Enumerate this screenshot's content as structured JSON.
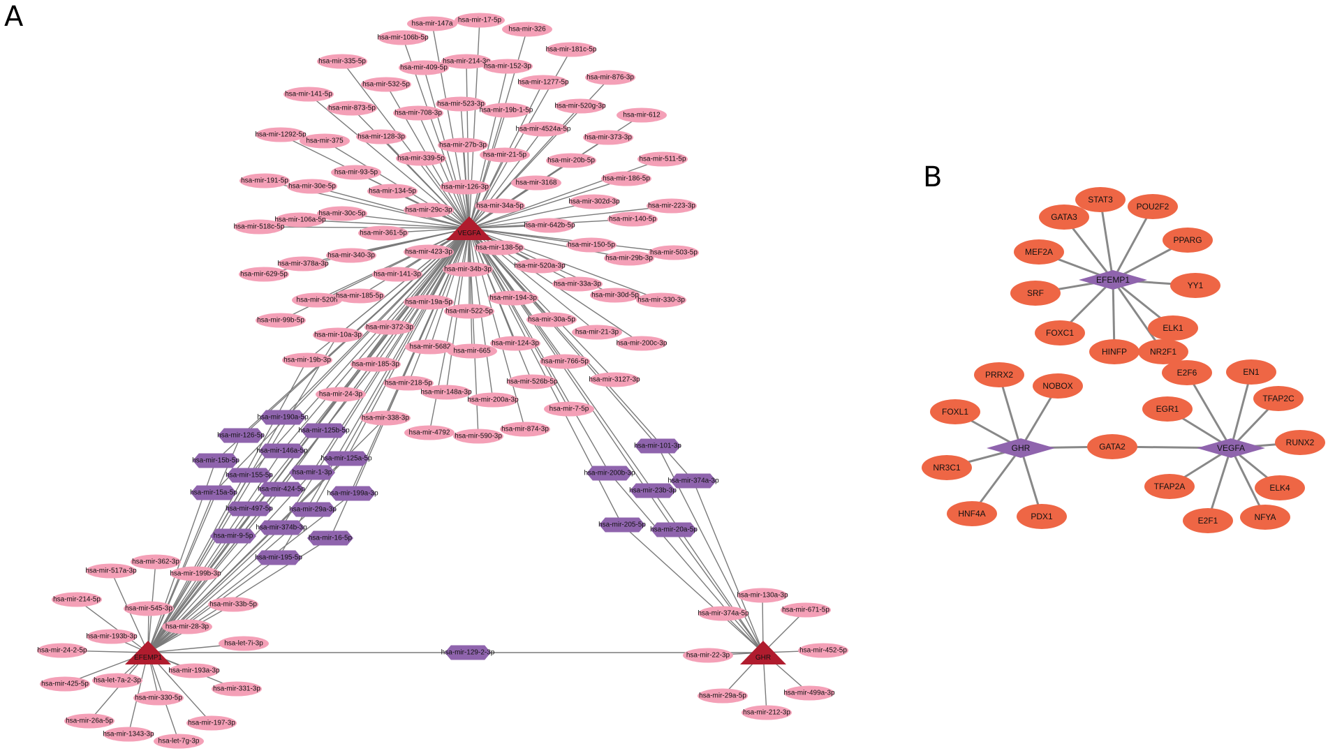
{
  "panels": {
    "a": {
      "label": "A"
    },
    "b": {
      "label": "B"
    }
  },
  "colors": {
    "mirna_fill": "#f4a0b7",
    "conserved_mirna_fill": "#8f64ad",
    "hub_fill": "#b01c2e",
    "tf_fill": "#ee6645",
    "gene_fill": "#8f64ad",
    "edge": "#7a7a7a",
    "edge_b": "#888888"
  },
  "network_a": {
    "hubs": [
      {
        "id": "VEGFA",
        "label": "VEGFA"
      },
      {
        "id": "EFEMP1",
        "label": "EFEMP1"
      },
      {
        "id": "GHR",
        "label": "GHR"
      }
    ],
    "vegfa_only": [
      "hsa-mir-147a",
      "hsa-mir-17-5p",
      "hsa-mir-326",
      "hsa-mir-106b-5p",
      "hsa-mir-181c-5p",
      "hsa-mir-335-5p",
      "hsa-mir-409-5p",
      "hsa-mir-214-3p",
      "hsa-mir-152-3p",
      "hsa-mir-876-3p",
      "hsa-mir-532-5p",
      "hsa-mir-1277-5p",
      "hsa-mir-141-5p",
      "hsa-mir-873-5p",
      "hsa-mir-708-3p",
      "hsa-mir-523-3p",
      "hsa-mir-19b-1-5p",
      "hsa-mir-520g-3p",
      "hsa-mir-612",
      "hsa-mir-1292-5p",
      "hsa-mir-375",
      "hsa-mir-128-3p",
      "hsa-mir-4524a-5p",
      "hsa-mir-373-3p",
      "hsa-mir-27b-3p",
      "hsa-mir-21-5p",
      "hsa-mir-339-5p",
      "hsa-mir-20b-5p",
      "hsa-mir-511-5p",
      "hsa-mir-93-5p",
      "hsa-mir-191-5p",
      "hsa-mir-3168",
      "hsa-mir-186-5p",
      "hsa-mir-30e-5p",
      "hsa-mir-134-5p",
      "hsa-mir-126-3p",
      "hsa-mir-302d-3p",
      "hsa-mir-223-3p",
      "hsa-mir-30c-5p",
      "hsa-mir-34a-5p",
      "hsa-mir-29c-3p",
      "hsa-mir-106a-5p",
      "hsa-mir-140-5p",
      "hsa-mir-518c-5p",
      "hsa-mir-642b-5p",
      "hsa-mir-361-5p",
      "hsa-mir-150-5p",
      "hsa-mir-503-5p",
      "hsa-mir-29b-3p",
      "hsa-mir-340-3p",
      "hsa-mir-423-3p",
      "hsa-mir-138-5p",
      "hsa-mir-378a-3p",
      "hsa-mir-520a-3p",
      "hsa-mir-629-5p",
      "hsa-mir-141-3p",
      "hsa-mir-34b-3p",
      "hsa-mir-33a-3p",
      "hsa-mir-30d-5p",
      "hsa-mir-330-3p",
      "hsa-mir-520h",
      "hsa-mir-185-5p",
      "hsa-mir-194-3p",
      "hsa-mir-19a-5p",
      "hsa-mir-522-5p",
      "hsa-mir-99b-5p",
      "hsa-mir-30a-5p",
      "hsa-mir-21-3p",
      "hsa-mir-200c-3p",
      "hsa-mir-5682",
      "hsa-mir-665",
      "hsa-mir-124-3p",
      "hsa-mir-766-5p",
      "hsa-mir-3127-3p",
      "hsa-mir-526b-5p",
      "hsa-mir-218-5p",
      "hsa-mir-148a-3p",
      "hsa-mir-200a-3p",
      "hsa-mir-7-5p",
      "hsa-mir-874-3p",
      "hsa-mir-4792",
      "hsa-mir-590-3p"
    ],
    "vegfa_efemp1_pink": [
      "hsa-mir-10a-3p",
      "hsa-mir-372-3p",
      "hsa-mir-19b-3p",
      "hsa-mir-185-3p",
      "hsa-mir-24-3p",
      "hsa-mir-338-3p"
    ],
    "vegfa_efemp1": [
      "hsa-mir-190a-5p",
      "hsa-mir-126-5p",
      "hsa-mir-125b-5p",
      "hsa-mir-146a-5p",
      "hsa-mir-15b-5p",
      "hsa-mir-125a-5p",
      "hsa-mir-155-5p",
      "hsa-mir-1-3p",
      "hsa-mir-15a-5p",
      "hsa-mir-424-5p",
      "hsa-mir-199a-3p",
      "hsa-mir-497-5p",
      "hsa-mir-29a-3p",
      "hsa-mir-9-5p",
      "hsa-mir-374b-3p",
      "hsa-mir-16-5p",
      "hsa-mir-195-5p"
    ],
    "vegfa_ghr": [
      "hsa-mir-101-3p",
      "hsa-mir-200b-3p",
      "hsa-mir-374a-3p",
      "hsa-mir-23b-3p",
      "hsa-mir-205-5p",
      "hsa-mir-20a-5p"
    ],
    "efemp1_ghr": [
      "hsa-mir-129-2-3p"
    ],
    "efemp1_only": [
      "hsa-mir-362-3p",
      "hsa-mir-517a-3p",
      "hsa-mir-199b-3p",
      "hsa-mir-214-5p",
      "hsa-mir-545-3p",
      "hsa-mir-33b-5p",
      "hsa-mir-193b-3p",
      "hsa-mir-28-3p",
      "hsa-mir-24-2-5p",
      "hsa-let-7i-3p",
      "hsa-mir-425-5p",
      "hsa-let-7a-2-3p",
      "hsa-mir-193a-3p",
      "hsa-mir-331-3p",
      "hsa-mir-330-5p",
      "hsa-mir-26a-5p",
      "hsa-mir-197-3p",
      "hsa-mir-1343-3p",
      "hsa-let-7g-3p"
    ],
    "ghr_only": [
      "hsa-mir-130a-3p",
      "hsa-mir-671-5p",
      "hsa-mir-374a-5p",
      "hsa-mir-22-3p",
      "hsa-mir-452-5p",
      "hsa-mir-29a-5p",
      "hsa-mir-499a-3p",
      "hsa-mir-212-3p"
    ]
  },
  "network_b": {
    "genes": [
      {
        "id": "EFEMP1",
        "label": "EFEMP1"
      },
      {
        "id": "GHR",
        "label": "GHR"
      },
      {
        "id": "VEGFA",
        "label": "VEGFA"
      }
    ],
    "tfs": [
      {
        "label": "STAT3",
        "targets": [
          "EFEMP1"
        ]
      },
      {
        "label": "POU2F2",
        "targets": [
          "EFEMP1"
        ]
      },
      {
        "label": "GATA3",
        "targets": [
          "EFEMP1"
        ]
      },
      {
        "label": "PPARG",
        "targets": [
          "EFEMP1"
        ]
      },
      {
        "label": "MEF2A",
        "targets": [
          "EFEMP1"
        ]
      },
      {
        "label": "YY1",
        "targets": [
          "EFEMP1"
        ]
      },
      {
        "label": "SRF",
        "targets": [
          "EFEMP1"
        ]
      },
      {
        "label": "ELK1",
        "targets": [
          "EFEMP1"
        ]
      },
      {
        "label": "FOXC1",
        "targets": [
          "EFEMP1"
        ]
      },
      {
        "label": "HINFP",
        "targets": [
          "EFEMP1"
        ]
      },
      {
        "label": "NR2F1",
        "targets": [
          "EFEMP1"
        ]
      },
      {
        "label": "PRRX2",
        "targets": [
          "GHR"
        ]
      },
      {
        "label": "NOBOX",
        "targets": [
          "GHR"
        ]
      },
      {
        "label": "FOXL1",
        "targets": [
          "GHR"
        ]
      },
      {
        "label": "NR3C1",
        "targets": [
          "GHR"
        ]
      },
      {
        "label": "HNF4A",
        "targets": [
          "GHR"
        ]
      },
      {
        "label": "PDX1",
        "targets": [
          "GHR"
        ]
      },
      {
        "label": "GATA2",
        "targets": [
          "GHR",
          "VEGFA"
        ]
      },
      {
        "label": "E2F6",
        "targets": [
          "VEGFA"
        ]
      },
      {
        "label": "EN1",
        "targets": [
          "VEGFA"
        ]
      },
      {
        "label": "TFAP2C",
        "targets": [
          "VEGFA"
        ]
      },
      {
        "label": "EGR1",
        "targets": [
          "VEGFA"
        ]
      },
      {
        "label": "RUNX2",
        "targets": [
          "VEGFA"
        ]
      },
      {
        "label": "TFAP2A",
        "targets": [
          "VEGFA"
        ]
      },
      {
        "label": "ELK4",
        "targets": [
          "VEGFA"
        ]
      },
      {
        "label": "E2F1",
        "targets": [
          "VEGFA"
        ]
      },
      {
        "label": "NFYA",
        "targets": [
          "VEGFA"
        ]
      }
    ]
  }
}
